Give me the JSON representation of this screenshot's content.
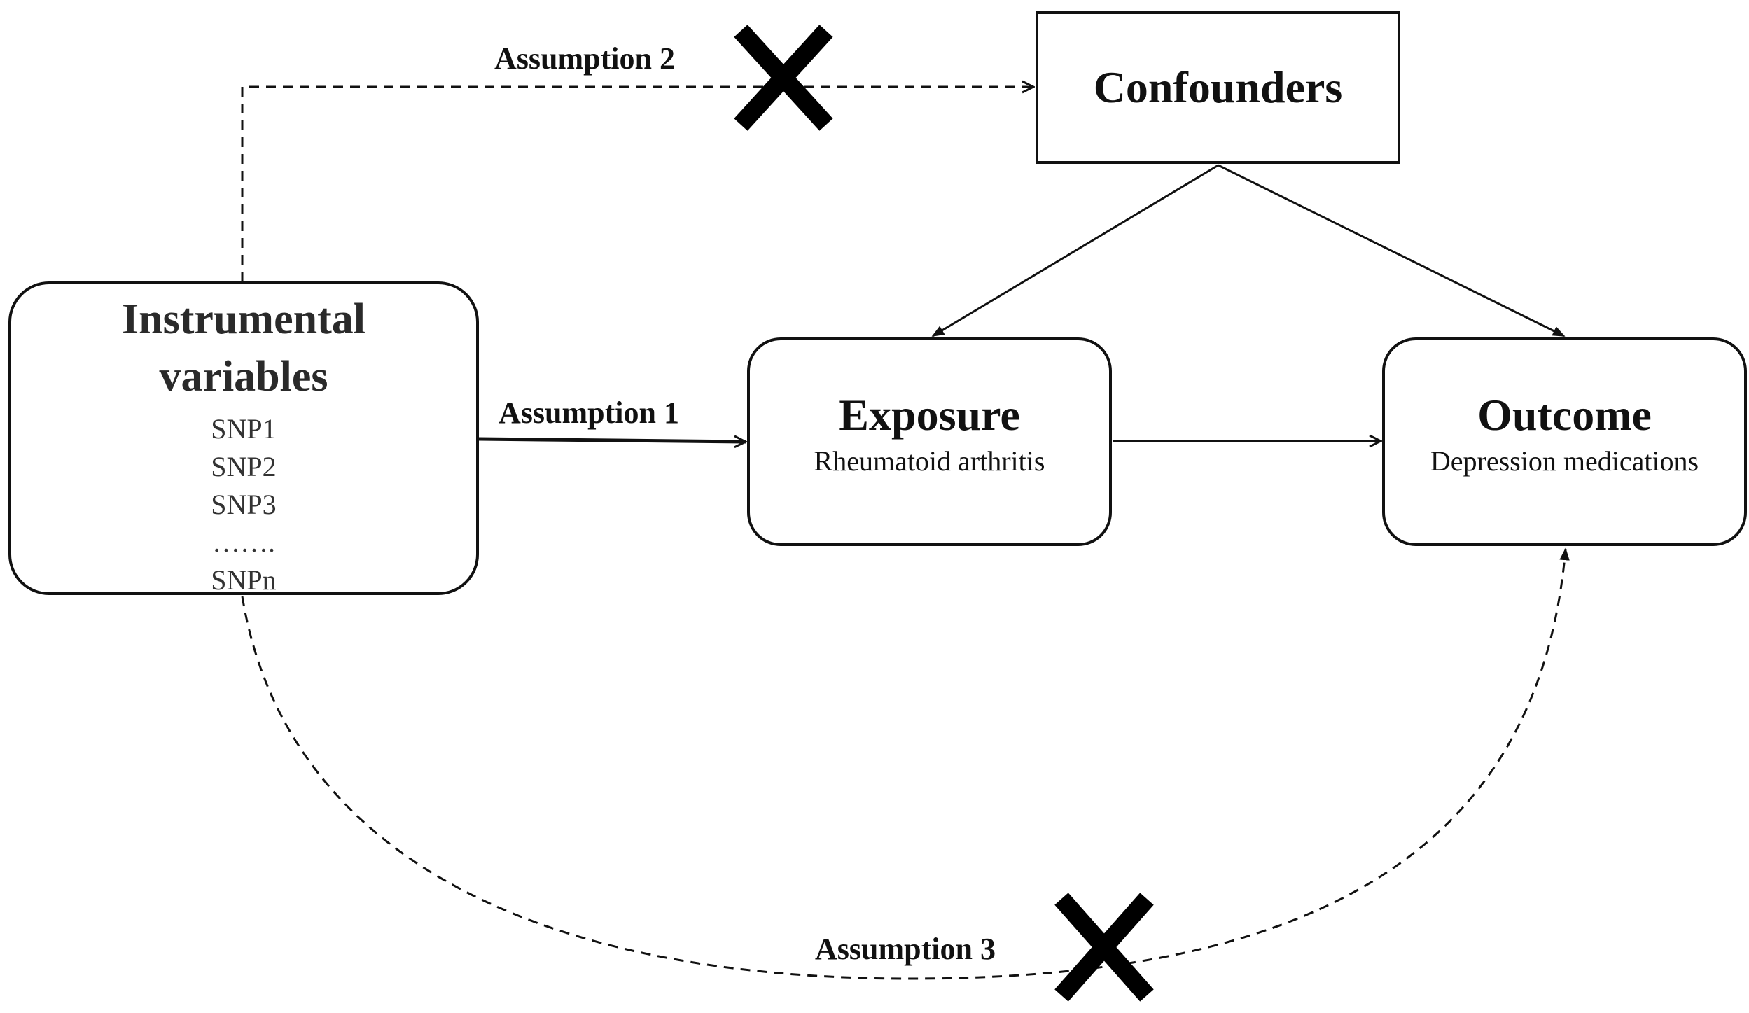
{
  "diagram": {
    "nodes": {
      "instrumental": {
        "title_line1": "Instrumental",
        "title_line2": "variables",
        "snps": [
          "SNP1",
          "SNP2",
          "SNP3",
          "…….",
          "SNPn"
        ]
      },
      "confounders": {
        "title": "Confounders"
      },
      "exposure": {
        "title": "Exposure",
        "subtitle": "Rheumatoid arthritis"
      },
      "outcome": {
        "title": "Outcome",
        "subtitle": "Depression medications"
      }
    },
    "assumptions": {
      "a1": "Assumption 1",
      "a2": "Assumption 2",
      "a3": "Assumption 3"
    },
    "edges": [
      {
        "from": "instrumental",
        "to": "exposure",
        "style": "solid",
        "blocked": false
      },
      {
        "from": "instrumental",
        "to": "confounders",
        "style": "dashed",
        "blocked": true
      },
      {
        "from": "instrumental",
        "to": "outcome",
        "style": "dashed",
        "blocked": true
      },
      {
        "from": "confounders",
        "to": "exposure",
        "style": "solid",
        "blocked": false
      },
      {
        "from": "confounders",
        "to": "outcome",
        "style": "solid",
        "blocked": false
      },
      {
        "from": "exposure",
        "to": "outcome",
        "style": "solid",
        "blocked": false
      }
    ],
    "colors": {
      "line": "#111111",
      "background": "#ffffff"
    }
  }
}
